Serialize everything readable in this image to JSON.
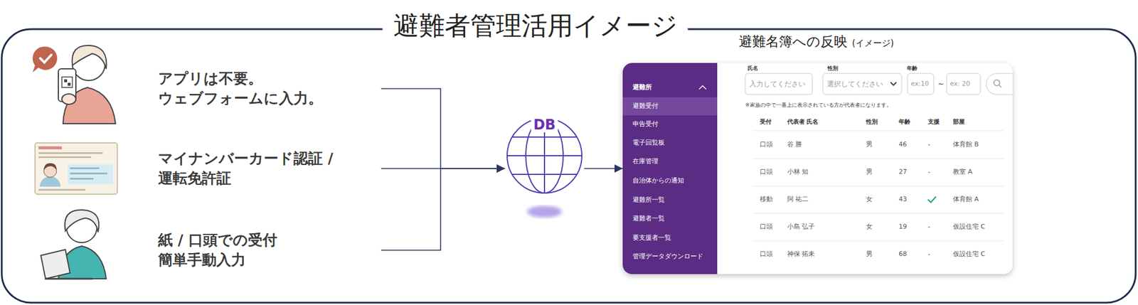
{
  "diagram": {
    "title": "避難者管理活用イメージ",
    "nodes": [
      {
        "text": [
          "アプリは不要。 ウェブフォームに入力。"
        ]
      },
      {
        "text": [
          "マイナンバーカード認証 / 運転免許証"
        ]
      },
      {
        "text": [
          "紙 / 口頭での受付 簡単手動入力"
        ]
      },
      {
        "text": [
          "DB"
        ]
      },
      {
        "text": [
          "避難名簿への反映",
          "(イメージ)"
        ]
      }
    ],
    "edges": [
      {
        "from": 0,
        "to": 3,
        "arrow": "to"
      },
      {
        "from": 1,
        "to": 3,
        "arrow": "to"
      },
      {
        "from": 2,
        "to": 3,
        "arrow": "to"
      },
      {
        "from": 3,
        "to": 4,
        "arrow": "to"
      }
    ],
    "labels": [
      "避難所",
      "避難受付",
      "申告受付",
      "電子回覧板",
      "在庫管理",
      "自治体からの通知",
      "避難所一覧",
      "避難者一覧",
      "要支援者一覧",
      "管理データダウンロード",
      "氏名",
      "性別",
      "年齢",
      "入力してください",
      "選択してください",
      "ex:10",
      "~",
      "ex: 20",
      "※家族の中で一番上に表示されている方が代表者になります。",
      "受付",
      "代表者 氏名",
      "性別",
      "年齢",
      "支援",
      "部屋",
      "口頭",
      "谷 勝",
      "男",
      "46",
      "-",
      "体育館 B",
      "口頭",
      "小林 知",
      "男",
      "27",
      "-",
      "教室 A",
      "移動",
      "阿 祐二",
      "女",
      "43",
      "体育館 A",
      "口頭",
      "小島 弘子",
      "女",
      "19",
      "-",
      "仮設住宅 C",
      "口頭",
      "神保 拓未",
      "男",
      "68",
      "-",
      "仮設住宅 C"
    ]
  }
}
